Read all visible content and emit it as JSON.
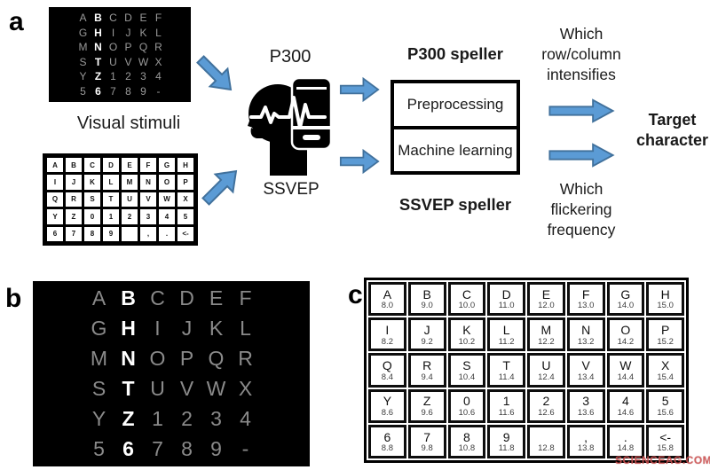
{
  "panel_a": {
    "label": "a",
    "visual_stimuli_label": "Visual stimuli",
    "p300_label": "P300",
    "ssvep_label": "SSVEP",
    "p300_matrix": {
      "rows": [
        [
          "A",
          "B",
          "C",
          "D",
          "E",
          "F"
        ],
        [
          "G",
          "H",
          "I",
          "J",
          "K",
          "L"
        ],
        [
          "M",
          "N",
          "O",
          "P",
          "Q",
          "R"
        ],
        [
          "S",
          "T",
          "U",
          "V",
          "W",
          "X"
        ],
        [
          "Y",
          "Z",
          "1",
          "2",
          "3",
          "4"
        ],
        [
          "5",
          "6",
          "7",
          "8",
          "9",
          "-"
        ]
      ],
      "highlight_col": 1
    },
    "ssvep_matrix": {
      "rows": [
        [
          "A",
          "B",
          "C",
          "D",
          "E",
          "F",
          "G",
          "H"
        ],
        [
          "I",
          "J",
          "K",
          "L",
          "M",
          "N",
          "O",
          "P"
        ],
        [
          "Q",
          "R",
          "S",
          "T",
          "U",
          "V",
          "W",
          "X"
        ],
        [
          "Y",
          "Z",
          "0",
          "1",
          "2",
          "3",
          "4",
          "5"
        ],
        [
          "6",
          "7",
          "8",
          "9",
          "",
          ",",
          ".",
          "<-"
        ]
      ]
    },
    "p300_speller_label": "P300 speller",
    "ssvep_speller_label": "SSVEP speller",
    "pipeline_box": {
      "top": "Preprocessing",
      "bottom": "Machine learning"
    },
    "which_row_column_lines": [
      "Which",
      "row/column",
      "intensifies"
    ],
    "which_flickering_lines": [
      "Which",
      "flickering",
      "frequency"
    ],
    "target_lines": [
      "Target",
      "character"
    ]
  },
  "panel_b": {
    "label": "b",
    "matrix": {
      "rows": [
        [
          "A",
          "B",
          "C",
          "D",
          "E",
          "F"
        ],
        [
          "G",
          "H",
          "I",
          "J",
          "K",
          "L"
        ],
        [
          "M",
          "N",
          "O",
          "P",
          "Q",
          "R"
        ],
        [
          "S",
          "T",
          "U",
          "V",
          "W",
          "X"
        ],
        [
          "Y",
          "Z",
          "1",
          "2",
          "3",
          "4"
        ],
        [
          "5",
          "6",
          "7",
          "8",
          "9",
          "-"
        ]
      ],
      "highlight_col": 1
    }
  },
  "panel_c": {
    "label": "c",
    "rows": [
      [
        {
          "char": "A",
          "freq": "8.0"
        },
        {
          "char": "B",
          "freq": "9.0"
        },
        {
          "char": "C",
          "freq": "10.0"
        },
        {
          "char": "D",
          "freq": "11.0"
        },
        {
          "char": "E",
          "freq": "12.0"
        },
        {
          "char": "F",
          "freq": "13.0"
        },
        {
          "char": "G",
          "freq": "14.0"
        },
        {
          "char": "H",
          "freq": "15.0"
        }
      ],
      [
        {
          "char": "I",
          "freq": "8.2"
        },
        {
          "char": "J",
          "freq": "9.2"
        },
        {
          "char": "K",
          "freq": "10.2"
        },
        {
          "char": "L",
          "freq": "11.2"
        },
        {
          "char": "M",
          "freq": "12.2"
        },
        {
          "char": "N",
          "freq": "13.2"
        },
        {
          "char": "O",
          "freq": "14.2"
        },
        {
          "char": "P",
          "freq": "15.2"
        }
      ],
      [
        {
          "char": "Q",
          "freq": "8.4"
        },
        {
          "char": "R",
          "freq": "9.4"
        },
        {
          "char": "S",
          "freq": "10.4"
        },
        {
          "char": "T",
          "freq": "11.4"
        },
        {
          "char": "U",
          "freq": "12.4"
        },
        {
          "char": "V",
          "freq": "13.4"
        },
        {
          "char": "W",
          "freq": "14.4"
        },
        {
          "char": "X",
          "freq": "15.4"
        }
      ],
      [
        {
          "char": "Y",
          "freq": "8.6"
        },
        {
          "char": "Z",
          "freq": "9.6"
        },
        {
          "char": "0",
          "freq": "10.6"
        },
        {
          "char": "1",
          "freq": "11.6"
        },
        {
          "char": "2",
          "freq": "12.6"
        },
        {
          "char": "3",
          "freq": "13.6"
        },
        {
          "char": "4",
          "freq": "14.6"
        },
        {
          "char": "5",
          "freq": "15.6"
        }
      ],
      [
        {
          "char": "6",
          "freq": "8.8"
        },
        {
          "char": "7",
          "freq": "9.8"
        },
        {
          "char": "8",
          "freq": "10.8"
        },
        {
          "char": "9",
          "freq": "11.8"
        },
        {
          "char": "",
          "freq": "12.8"
        },
        {
          "char": ",",
          "freq": "13.8"
        },
        {
          "char": ".",
          "freq": "14.8"
        },
        {
          "char": "<-",
          "freq": "15.8"
        }
      ]
    ]
  },
  "watermark": "SCIENCEAG.COM",
  "colors": {
    "arrow_fill": "#5b9bd5",
    "arrow_stroke": "#41719c",
    "dim_letter": "#8a8a8a",
    "highlight_letter": "#ffffff"
  }
}
